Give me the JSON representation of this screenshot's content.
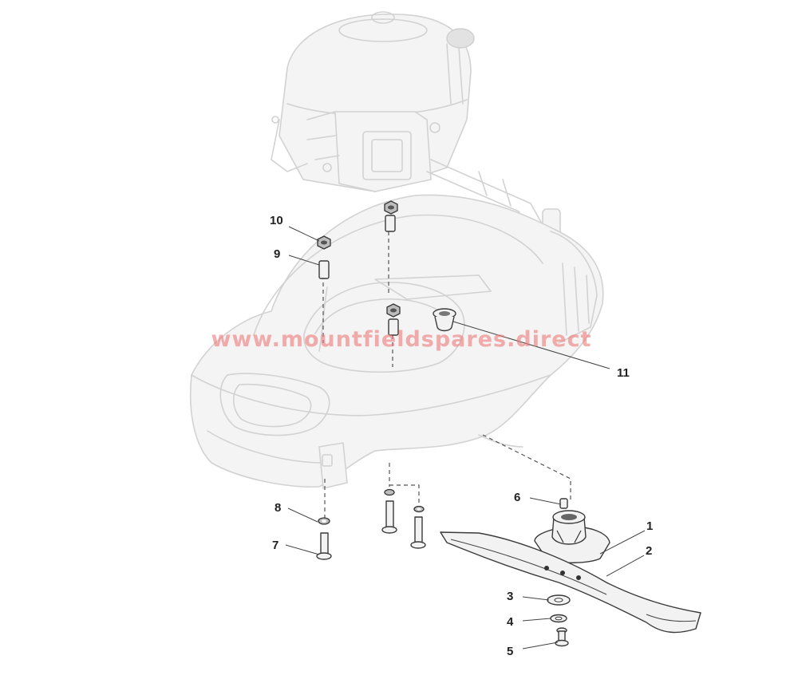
{
  "watermark": {
    "text": "www.mountfieldspares.direct"
  },
  "callouts": {
    "c1": "1",
    "c2": "2",
    "c3": "3",
    "c4": "4",
    "c5": "5",
    "c6": "6",
    "c7": "7",
    "c8": "8",
    "c9": "9",
    "c10": "10",
    "c11": "11"
  },
  "colors": {
    "outline": "#3a3a3a",
    "ghost": "#d2d2d2",
    "watermark": "#ec7878"
  }
}
